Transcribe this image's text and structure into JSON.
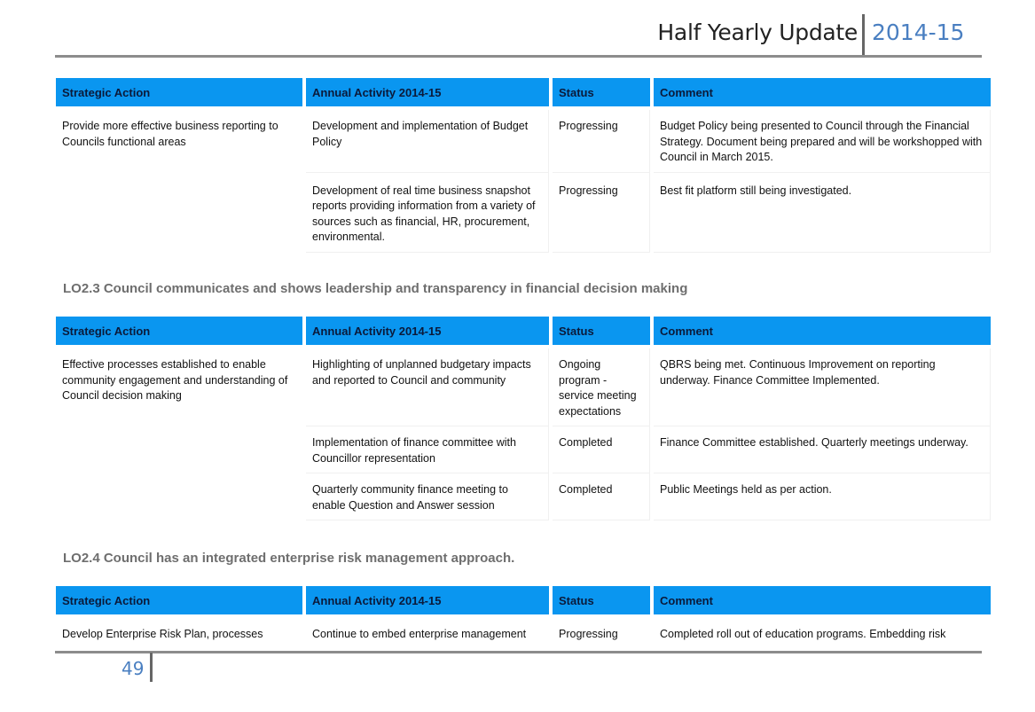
{
  "header": {
    "title": "Half Yearly Update",
    "year": "2014-15"
  },
  "columns": [
    "Strategic Action",
    "Annual Activity 2014-15",
    "Status",
    "Comment"
  ],
  "section1": {
    "rows": [
      {
        "action": "Provide more effective business reporting to Councils functional areas",
        "activity": "Development and implementation of Budget Policy",
        "status": "Progressing",
        "comment": "Budget Policy being presented to Council through the Financial Strategy. Document being prepared and will be workshopped with Council in March 2015."
      },
      {
        "action": "",
        "activity": "Development of real time business snapshot reports providing information from a variety of sources such as financial, HR, procurement, environmental.",
        "status": "Progressing",
        "comment": "Best fit platform still being investigated."
      }
    ]
  },
  "section2": {
    "heading": "LO2.3 Council communicates and shows leadership and transparency in financial decision making",
    "rows": [
      {
        "action": "Effective processes established to enable community engagement and understanding of Council decision making",
        "activity": "Highlighting of unplanned budgetary impacts and reported to Council and community",
        "status": "Ongoing program - service meeting expectations",
        "comment": "QBRS being met. Continuous Improvement on reporting underway. Finance Committee Implemented."
      },
      {
        "action": "",
        "activity": "Implementation of finance committee with Councillor representation",
        "status": "Completed",
        "comment": "Finance Committee established. Quarterly meetings underway."
      },
      {
        "action": "",
        "activity": "Quarterly community finance meeting to enable Question and Answer session",
        "status": "Completed",
        "comment": "Public Meetings held as per action."
      }
    ]
  },
  "section3": {
    "heading": "LO2.4 Council has an integrated enterprise risk management approach.",
    "rows": [
      {
        "action": "Develop Enterprise Risk Plan, processes",
        "activity": "Continue to embed enterprise management",
        "status": "Progressing",
        "comment": "Completed roll out of education programs.  Embedding risk"
      }
    ]
  },
  "footer": {
    "page_number": "49"
  }
}
